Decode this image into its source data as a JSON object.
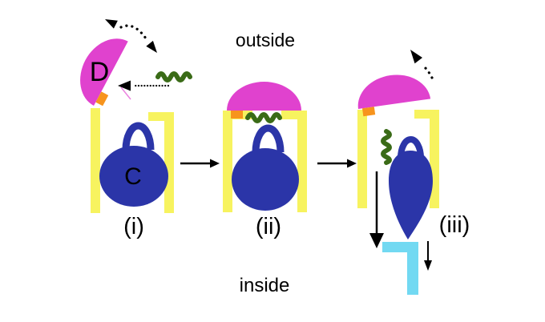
{
  "labels": {
    "outside": "outside",
    "inside": "inside",
    "domain_d": "D",
    "domain_c": "C",
    "state_i": "(i)",
    "state_ii": "(ii)",
    "state_iii": "(iii)"
  },
  "colors": {
    "lid": "#E042CE",
    "hinge": "#F7941D",
    "wall": "#F7F35F",
    "protein": "#2B35A8",
    "substrate": "#3A6B17",
    "receptor": "#72D9F2",
    "arrow": "#000000",
    "text": "#000000",
    "background": "#FFFFFF"
  }
}
